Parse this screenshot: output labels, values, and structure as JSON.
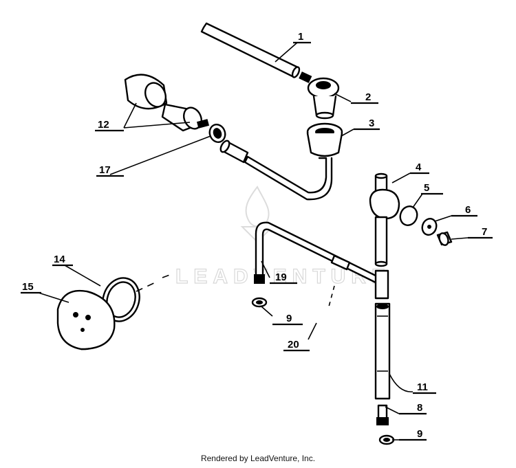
{
  "watermark": {
    "text": "LEADVENTURE",
    "icon": "flame-logo-icon"
  },
  "callouts": [
    {
      "id": "c1",
      "label": "1"
    },
    {
      "id": "c2",
      "label": "2"
    },
    {
      "id": "c3",
      "label": "3"
    },
    {
      "id": "c4",
      "label": "4"
    },
    {
      "id": "c5",
      "label": "5"
    },
    {
      "id": "c6",
      "label": "6"
    },
    {
      "id": "c7",
      "label": "7"
    },
    {
      "id": "c8",
      "label": "8"
    },
    {
      "id": "c9a",
      "label": "9"
    },
    {
      "id": "c9b",
      "label": "9"
    },
    {
      "id": "c11",
      "label": "11"
    },
    {
      "id": "c12",
      "label": "12"
    },
    {
      "id": "c14",
      "label": "14"
    },
    {
      "id": "c15",
      "label": "15"
    },
    {
      "id": "c17",
      "label": "17"
    },
    {
      "id": "c19",
      "label": "19"
    },
    {
      "id": "c20",
      "label": "20"
    }
  ],
  "footer": {
    "credit": "Rendered by LeadVenture, Inc."
  }
}
